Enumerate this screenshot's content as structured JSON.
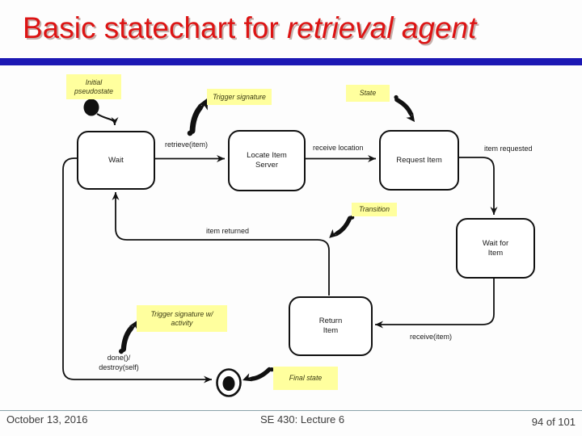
{
  "slide": {
    "title_plain": "Basic statechart for ",
    "title_italic": "retrieval agent"
  },
  "diagram": {
    "states": {
      "wait": "Wait",
      "locate": "Locate Item\nServer",
      "request": "Request Item",
      "wait_for_item": "Wait for\nItem",
      "return_item": "Return\nItem"
    },
    "annotations": {
      "initial_pseudostate": "Initial\npseudostate",
      "trigger_signature": "Trigger signature",
      "state": "State",
      "transition": "Transition",
      "trigger_signature_activity": "Trigger signature w/\nactivity",
      "final_state": "Final state"
    },
    "transition_labels": {
      "retrieve_item": "retrieve(item)",
      "receive_location": "receive location",
      "item_requested": "item requested",
      "item_returned": "item returned",
      "receive_item": "receive(item)",
      "done_destroy": "done()/\ndestroy(self)"
    },
    "colors": {
      "note_yellow": "#ffff9e",
      "title_red": "#dd1414",
      "rule_blue": "#1c18b4",
      "ink": "#111111"
    }
  },
  "footer": {
    "date": "October 13, 2016",
    "course": "SE 430: Lecture 6",
    "page": "94 of 101"
  }
}
